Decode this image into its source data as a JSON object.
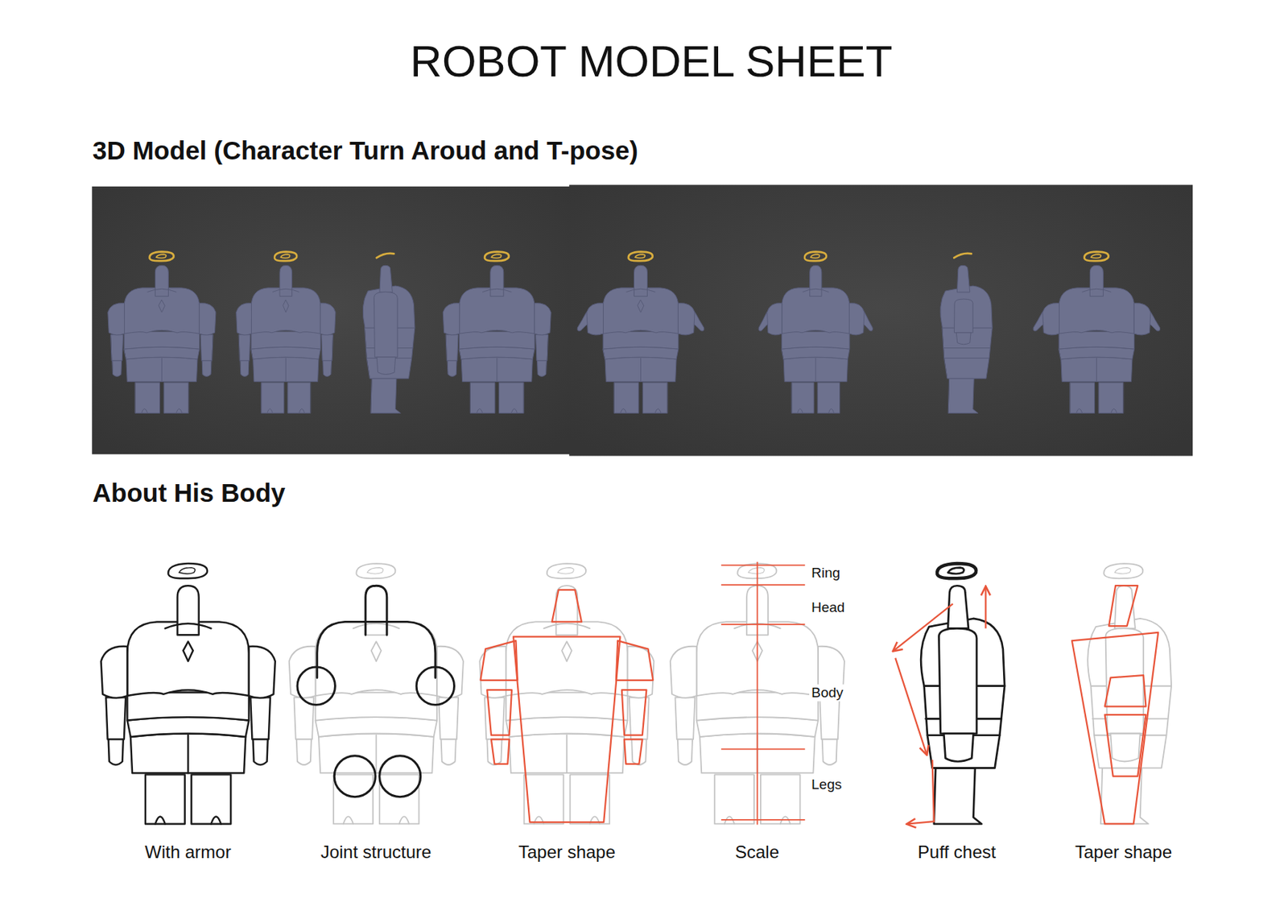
{
  "diagram": {
    "title": "ROBOT MODEL SHEET",
    "labels": [
      "3D Model (Character Turn Aroud and T-pose)",
      "About His Body",
      "Ring",
      "Head",
      "Body",
      "Legs",
      "With armor",
      "Joint structure",
      "Taper shape",
      "Scale",
      "Puff chest",
      "Taper shape"
    ]
  }
}
